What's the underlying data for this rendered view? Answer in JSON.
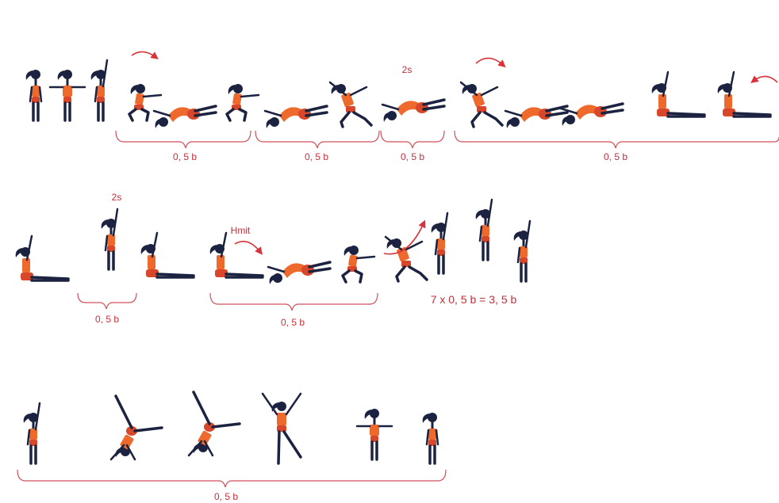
{
  "labels": {
    "half_b": "0, 5 b",
    "two_s": "2s",
    "hmit": "Hmit",
    "total": "7 x 0, 5 b = 3, 5 b"
  },
  "colors": {
    "accent": "#d0303a",
    "figure_body": "#1b2340",
    "outfit_top": "#ee6a2c",
    "outfit_bottom": "#d9472a"
  },
  "rows": [
    {
      "segments": [
        "0, 5 b",
        "0, 5 b",
        "0, 5 b",
        "0, 5 b"
      ]
    },
    {
      "segments": [
        "0, 5 b",
        "0, 5 b"
      ]
    },
    {
      "segments": [
        "0, 5 b"
      ]
    }
  ]
}
